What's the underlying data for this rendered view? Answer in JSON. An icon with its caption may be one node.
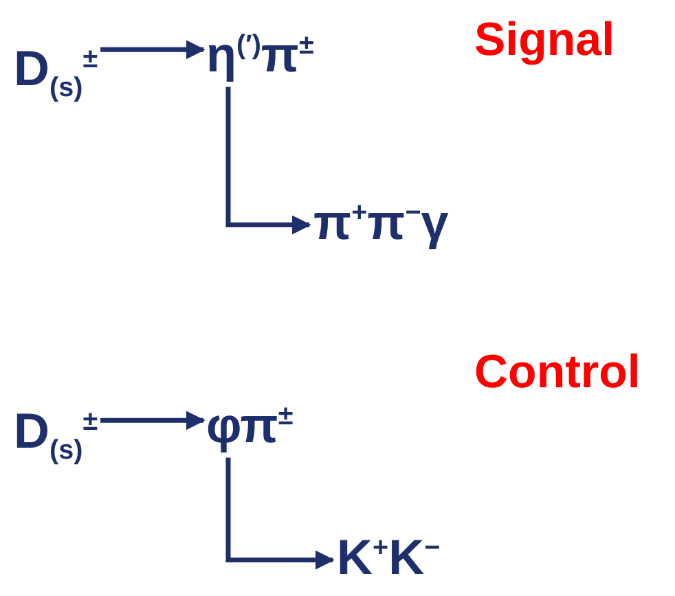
{
  "diagram": {
    "nodes": [
      {
        "text": [
          "D$_{(s)}$$^{±}$"
        ]
      },
      {
        "text": [
          "η$^{(′)}$π$^{±}$"
        ]
      },
      {
        "text": [
          "π$^{+}$π$^{−}$γ"
        ]
      },
      {
        "text": [
          "D$_{(s)}$$^{±}$"
        ]
      },
      {
        "text": [
          "φπ$^{±}$"
        ]
      },
      {
        "text": [
          "K$^{+}$K$^{−}$"
        ]
      }
    ],
    "edges": [
      {
        "from": 0,
        "to": 1,
        "arrow": "to"
      },
      {
        "from": 1,
        "to": 2,
        "arrow": "to"
      },
      {
        "from": 3,
        "to": 4,
        "arrow": "to"
      },
      {
        "from": 4,
        "to": 5,
        "arrow": "to"
      }
    ],
    "labels": [
      "Signal",
      "Control"
    ]
  }
}
